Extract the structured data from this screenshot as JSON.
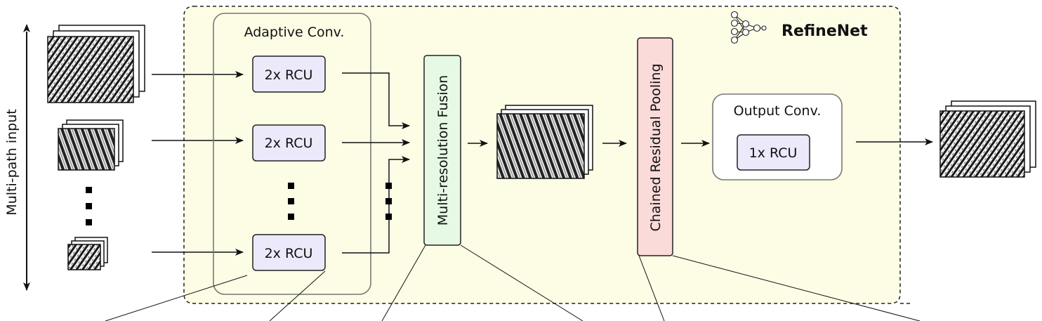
{
  "diagram": {
    "side_label": "Multi-path input",
    "title": "RefineNet",
    "adaptive_label": "Adaptive Conv.",
    "rcu_labels": [
      "2x RCU",
      "2x RCU",
      "2x RCU"
    ],
    "fusion_label": "Multi-resolution Fusion",
    "pooling_label": "Chained Residual Pooling",
    "output_label": "Output Conv.",
    "output_rcu_label": "1x RCU",
    "colors": {
      "panel_fill": "#fdfde6",
      "rcu_fill": "#ece9fb",
      "fusion_fill": "#e6f9e4",
      "pooling_fill": "#fbdada",
      "border": "#222222",
      "group_border": "#777777"
    },
    "icons": [
      "feature-map-stack-icon",
      "neural-network-icon",
      "arrow-icon"
    ]
  }
}
